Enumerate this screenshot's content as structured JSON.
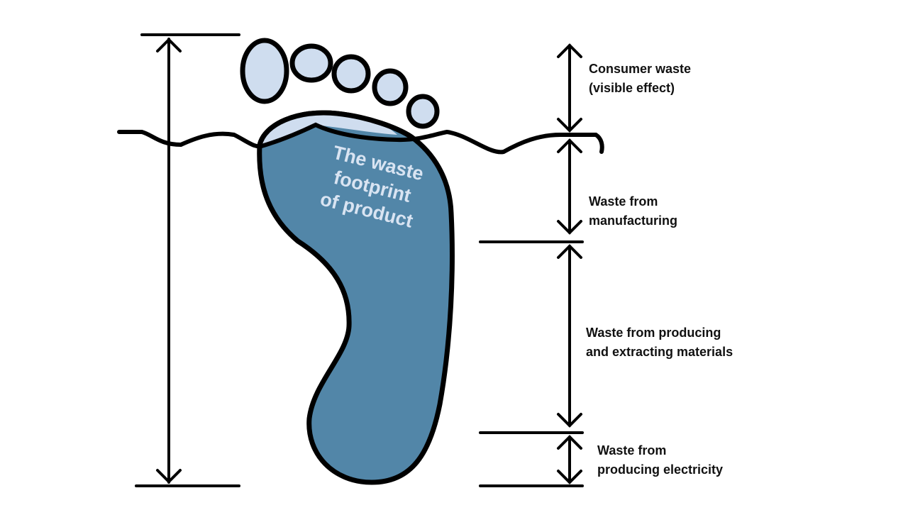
{
  "foot": {
    "lines": [
      "The waste",
      "footprint",
      "of product"
    ]
  },
  "labels": {
    "consumer": [
      "Consumer waste",
      "(visible effect)"
    ],
    "manufacturing": [
      "Waste from",
      "manufacturing"
    ],
    "materials": [
      "Waste from producing",
      "and extracting materials"
    ],
    "electricity": [
      "Waste from",
      "producing electricity"
    ]
  },
  "colors": {
    "foot_fill": "#5286a8",
    "toe_fill": "#cfddef",
    "line": "#000000",
    "foot_text": "#d9e4f2"
  }
}
